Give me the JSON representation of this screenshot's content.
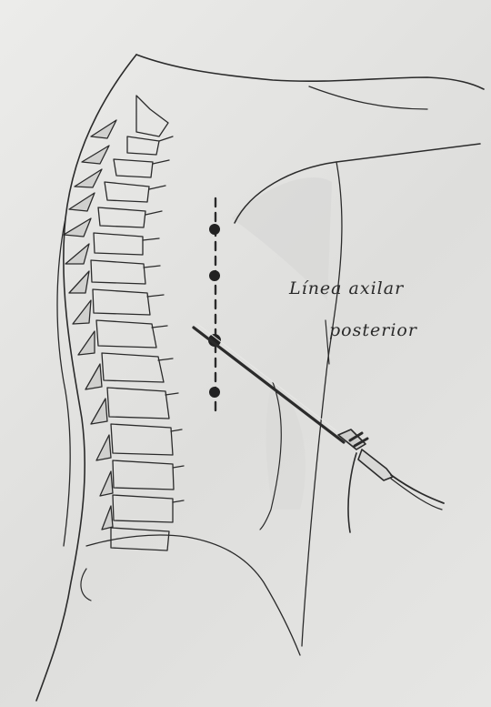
{
  "figure": {
    "label_line1": "Línea axilar",
    "label_line2": "posterior"
  },
  "colors": {
    "paper": "#e3e3e1",
    "ink": "#2b2b2b",
    "shadow": "#cfcfcd"
  },
  "icons": [
    "spine-drawing",
    "needle-drawing",
    "back-outline"
  ]
}
